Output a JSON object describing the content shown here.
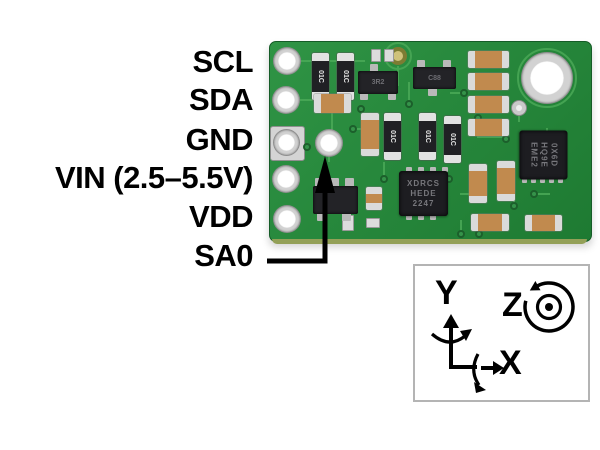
{
  "pins": [
    "SCL",
    "SDA",
    "GND",
    "VIN (2.5–5.5V)",
    "VDD",
    "SA0"
  ],
  "axis_indicator": {
    "y_label": "Y",
    "z_label": "Z",
    "x_label": "X"
  },
  "board": {
    "ic_center_marking": [
      "XDRCS",
      "HEDE",
      "2247"
    ],
    "ic_right_marking": [
      "0X6D",
      "HQ9E",
      "EME2"
    ],
    "sot1_marking": "3R2",
    "sot2_marking": "C88",
    "resistor_marking": "01C",
    "colors": {
      "pcb_green": "#27883C",
      "trace_green": "#4AA957",
      "pad_silver": "#D2D2D2",
      "capacitor_tan": "#C18A4E",
      "chip_black": "#1D1D21",
      "board_edge_olive": "#93A057",
      "label_black": "#000000",
      "axis_box_border": "#B4B4B4"
    }
  }
}
